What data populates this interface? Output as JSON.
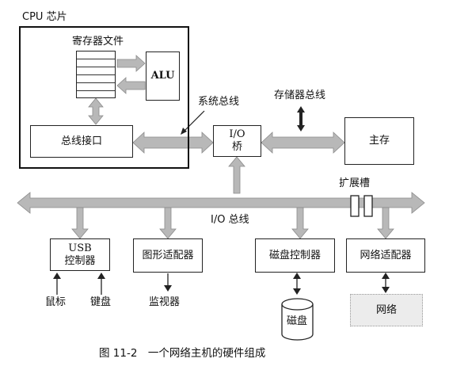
{
  "cpu_chip": {
    "label": "CPU 芯片"
  },
  "register_file": {
    "label": "寄存器文件"
  },
  "alu": {
    "label": "ALU"
  },
  "bus_interface": {
    "label": "总线接口"
  },
  "system_bus": {
    "label": "系统总线"
  },
  "memory_bus": {
    "label": "存储器总线"
  },
  "io_bridge": {
    "line1": "I/O",
    "line2": "桥"
  },
  "main_memory": {
    "label": "主存"
  },
  "expansion_slots": {
    "label": "扩展槽"
  },
  "io_bus": {
    "label": "I/O 总线"
  },
  "usb_controller": {
    "line1": "USB",
    "line2": "控制器"
  },
  "graphics_adapter": {
    "label": "图形适配器"
  },
  "disk_controller": {
    "label": "磁盘控制器"
  },
  "network_adapter": {
    "label": "网络适配器"
  },
  "mouse": {
    "label": "鼠标"
  },
  "keyboard": {
    "label": "键盘"
  },
  "monitor": {
    "label": "监视器"
  },
  "disk": {
    "label": "磁盘"
  },
  "network": {
    "label": "网络"
  },
  "caption": {
    "label": "图 11-2　一个网络主机的硬件组成"
  },
  "colors": {
    "bus_fill": "#b8b8b8",
    "bus_stroke": "#8a8a8a",
    "network_fill": "#ececec"
  }
}
